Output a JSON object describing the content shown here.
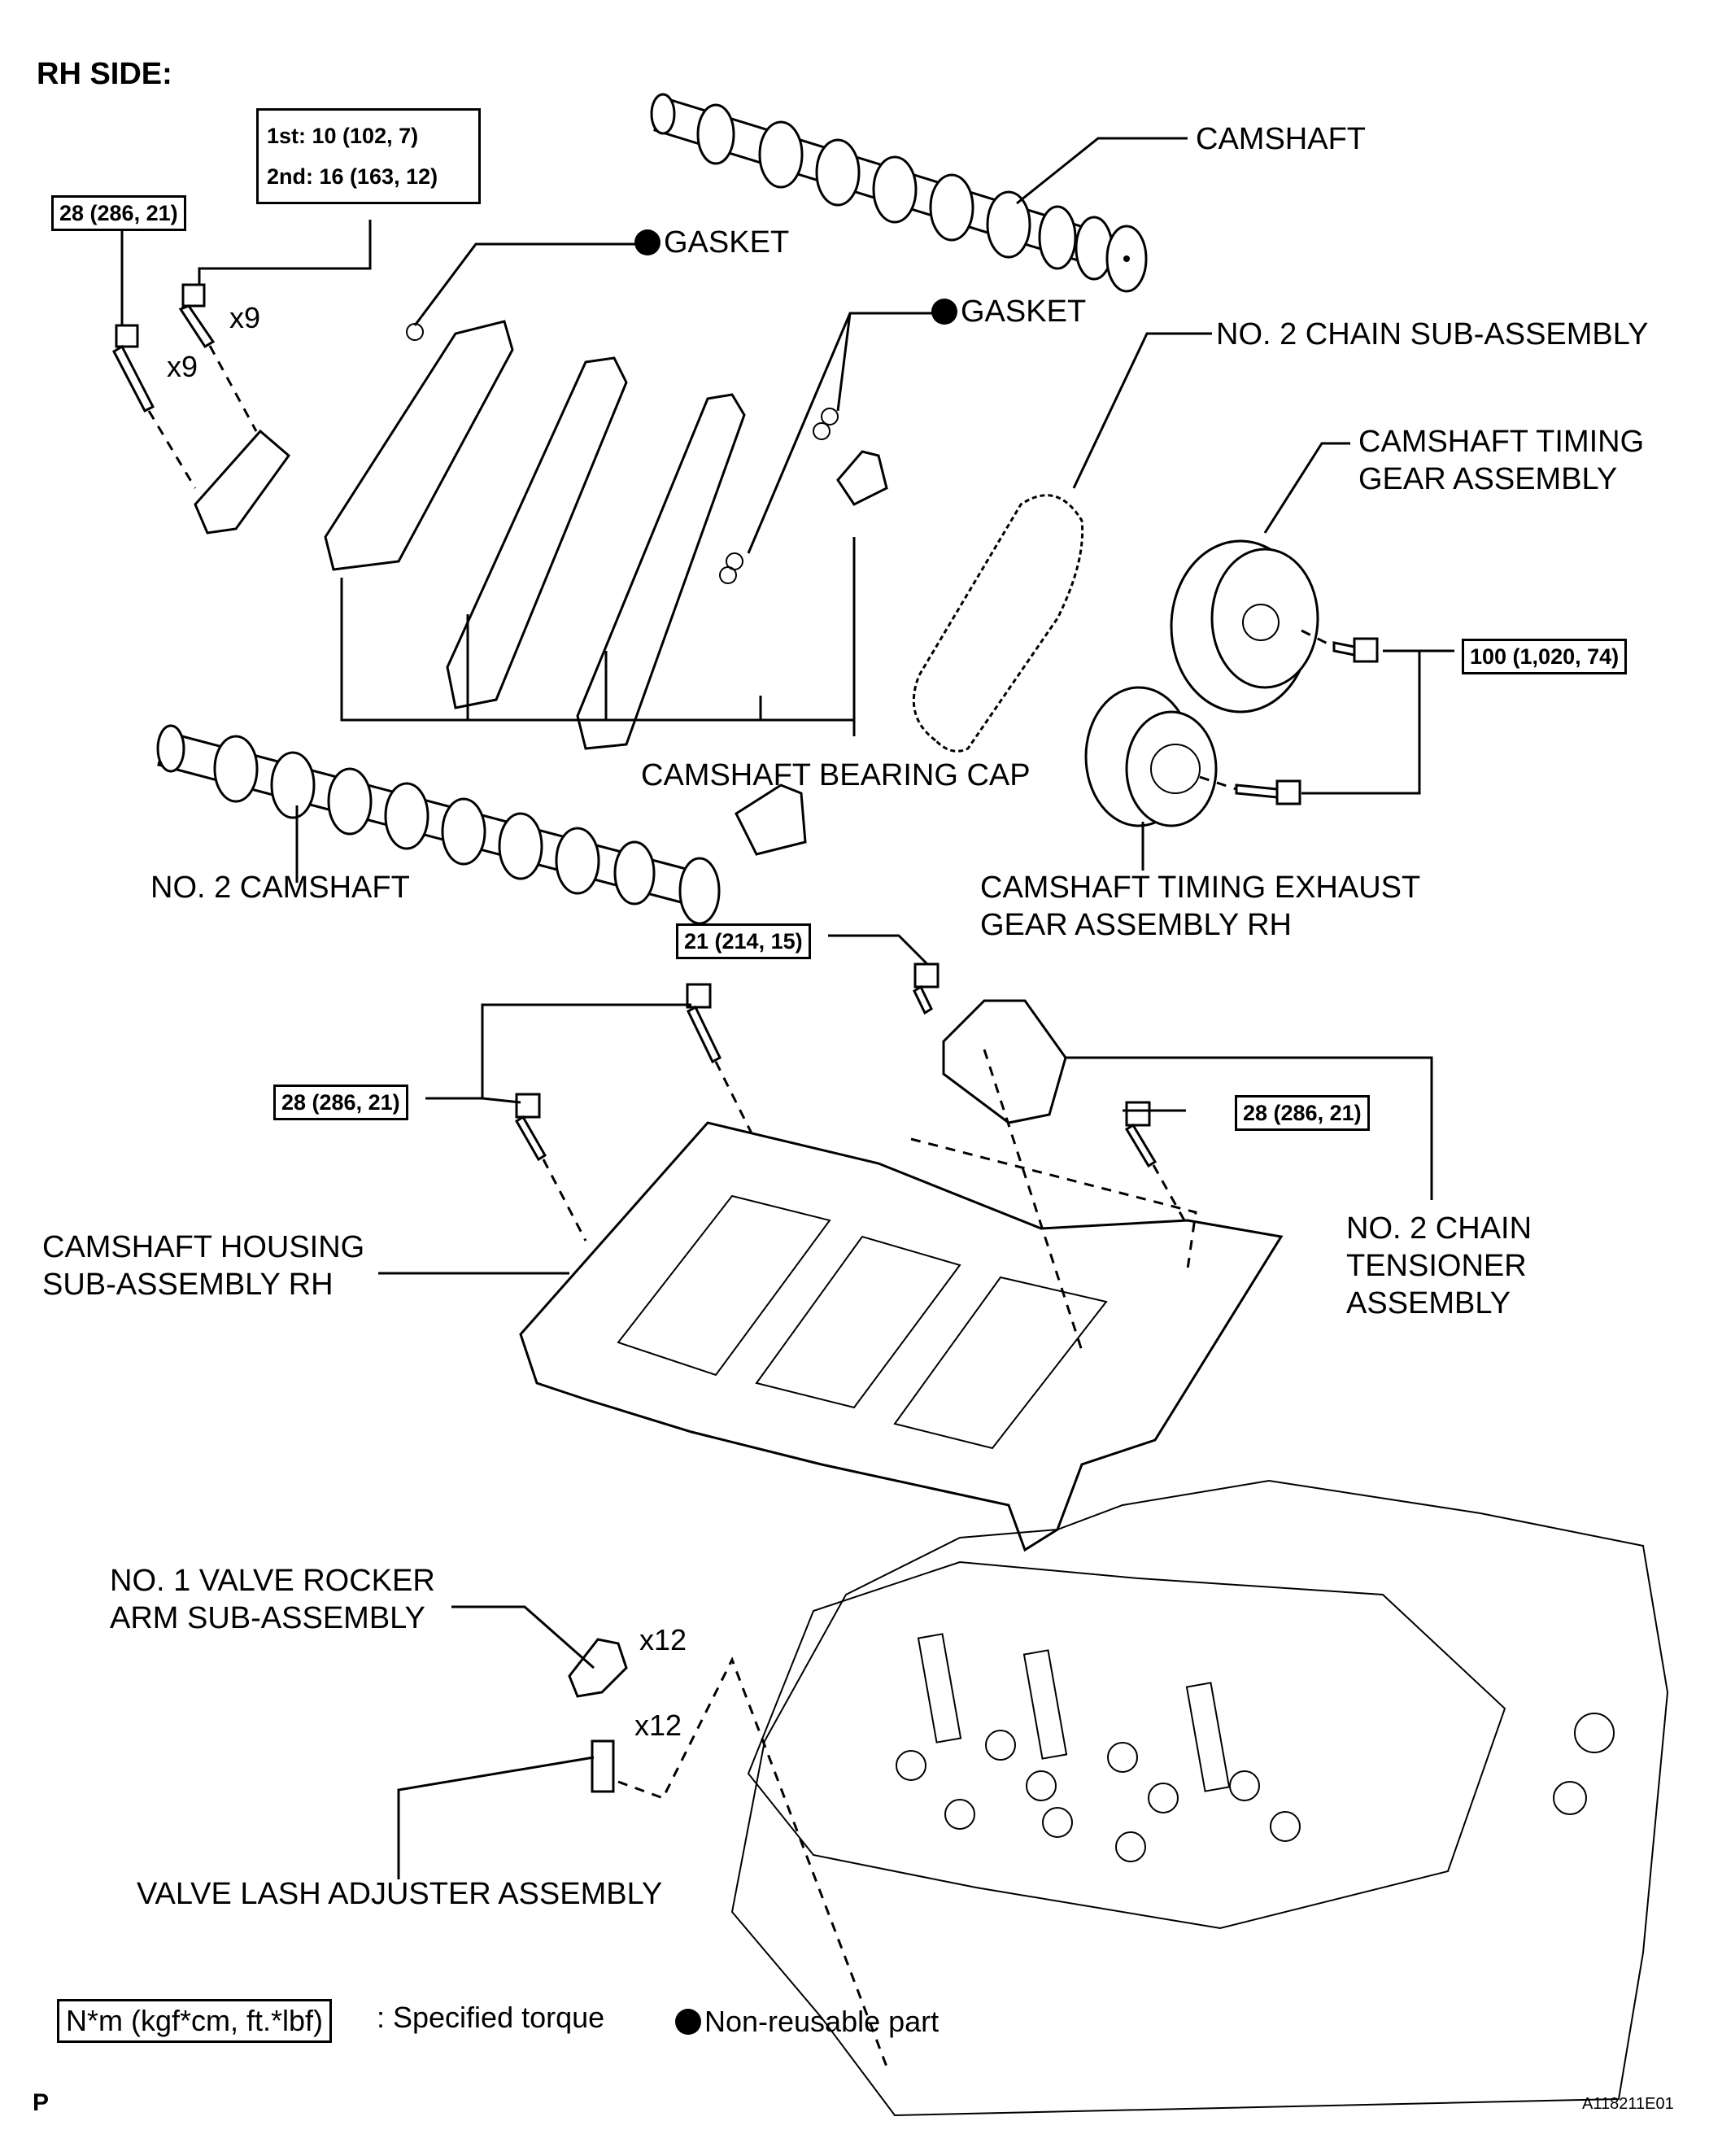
{
  "title": "RH SIDE:",
  "torque_specs": {
    "multi_step": {
      "first": "1st: 10 (102, 7)",
      "second": "2nd: 16 (163, 12)"
    },
    "cap_bolt_left": "28 (286, 21)",
    "gear_bolts": "100 (1,020, 74)",
    "tensioner_bolt": "21 (214, 15)",
    "housing_bolt_left": "28 (286, 21)",
    "housing_bolt_right": "28 (286, 21)"
  },
  "quantities": {
    "cap_bolt_left": "x9",
    "cap_bolt_right": "x9",
    "rocker_arm": "x12",
    "lash_adjuster": "x12"
  },
  "labels": {
    "camshaft": "CAMSHAFT",
    "gasket_1": "GASKET",
    "gasket_2": "GASKET",
    "no2_chain": "NO. 2 CHAIN SUB-ASSEMBLY",
    "timing_gear": "CAMSHAFT TIMING\nGEAR ASSEMBLY",
    "bearing_cap": "CAMSHAFT BEARING CAP",
    "no2_camshaft": "NO. 2 CAMSHAFT",
    "exhaust_gear": "CAMSHAFT TIMING EXHAUST\nGEAR ASSEMBLY RH",
    "housing": "CAMSHAFT HOUSING\nSUB-ASSEMBLY RH",
    "tensioner": "NO. 2 CHAIN\nTENSIONER\nASSEMBLY",
    "rocker_arm": "NO. 1 VALVE ROCKER\nARM SUB-ASSEMBLY",
    "lash_adjuster": "VALVE LASH ADJUSTER ASSEMBLY"
  },
  "legend": {
    "torque_unit": "N*m (kgf*cm, ft.*lbf)",
    "torque_text": ": Specified torque",
    "nonreusable_text": "Non-reusable part"
  },
  "footer": {
    "left_code": "P",
    "figure_id": "A118211E01"
  }
}
